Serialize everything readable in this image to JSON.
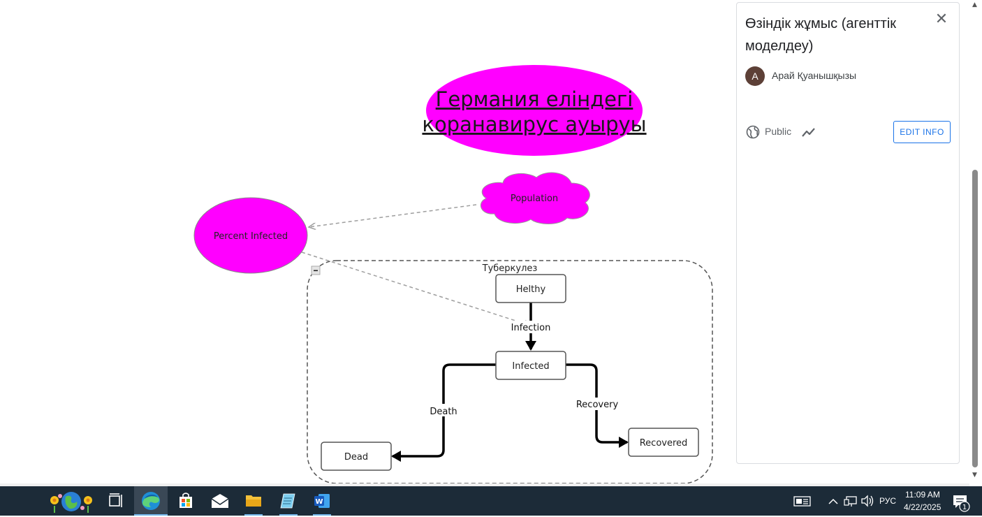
{
  "diagram": {
    "title_line1": "Германия еліндегі",
    "title_line2": "коранавирус ауыруы",
    "population_label": "Population",
    "percent_infected_label": "Percent Infected",
    "folder_label": "Туберкулез",
    "folder_collapse_symbol": "−",
    "stocks": {
      "healthy": "Helthy",
      "infected": "Infected",
      "dead": "Dead",
      "recovered": "Recovered"
    },
    "flows": {
      "infection": "Infection",
      "death": "Death",
      "recovery": "Recovery"
    },
    "colors": {
      "magenta": "#ff00ff",
      "arrow_dashed": "#9e9e9e",
      "flow": "#000000"
    }
  },
  "panel": {
    "title": "Өзіндік жұмыс (агенттік моделдеу)",
    "close_icon": "close-icon",
    "author_initial": "А",
    "author_name": "Арай Қуанышқызы",
    "visibility": "Public",
    "edit_button": "EDIT INFO",
    "accent": "#1a73e8"
  },
  "taskbar": {
    "language": "РУС",
    "time": "11:09 AM",
    "date": "4/22/2025",
    "notification_count": "1"
  }
}
